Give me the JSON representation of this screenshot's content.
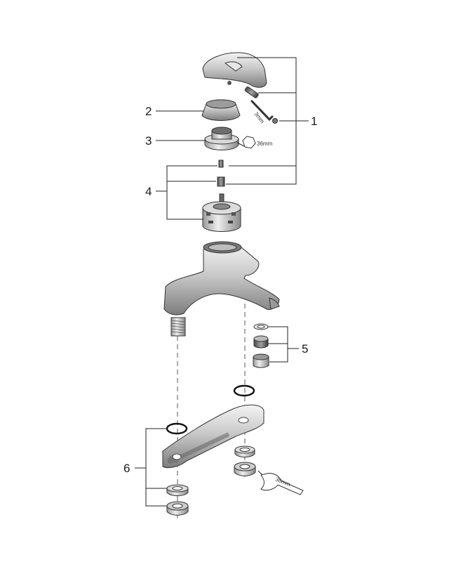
{
  "diagram": {
    "callouts": [
      {
        "id": "1",
        "label": "1"
      },
      {
        "id": "2",
        "label": "2"
      },
      {
        "id": "3",
        "label": "3"
      },
      {
        "id": "4",
        "label": "4"
      },
      {
        "id": "5",
        "label": "5"
      },
      {
        "id": "6",
        "label": "6"
      }
    ],
    "tool_labels": {
      "hex_key": "3mm",
      "nut_wrench": "36mm",
      "spanner": "30mm"
    }
  }
}
